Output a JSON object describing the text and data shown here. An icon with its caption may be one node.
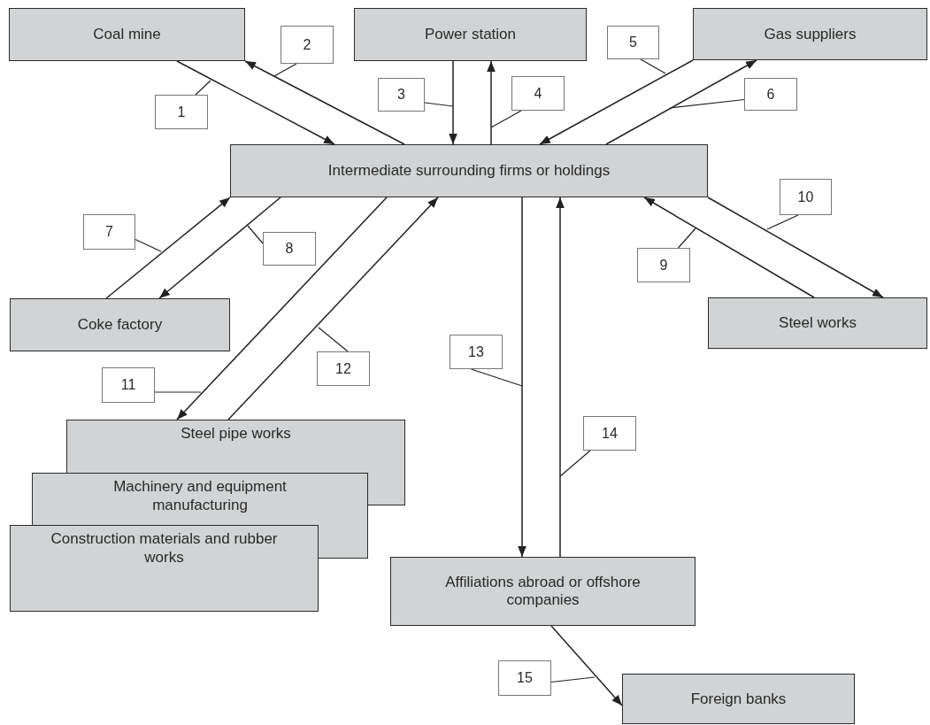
{
  "diagram": {
    "nodes": [
      {
        "text": [
          "Coal mine"
        ]
      },
      {
        "text": [
          "Power station"
        ]
      },
      {
        "text": [
          "Gas suppliers"
        ]
      },
      {
        "text": [
          "Intermediate surrounding firms or holdings"
        ]
      },
      {
        "text": [
          "Coke factory"
        ]
      },
      {
        "text": [
          "Steel works"
        ]
      },
      {
        "text": [
          "Steel pipe works"
        ]
      },
      {
        "text": [
          "Machinery and equipment manufacturing"
        ]
      },
      {
        "text": [
          "Construction materials and rubber works"
        ]
      },
      {
        "text": [
          "Affiliations abroad or offshore companies"
        ]
      },
      {
        "text": [
          "Foreign banks"
        ]
      },
      {
        "text": [
          "1"
        ]
      },
      {
        "text": [
          "2"
        ]
      },
      {
        "text": [
          "3"
        ]
      },
      {
        "text": [
          "4"
        ]
      },
      {
        "text": [
          "5"
        ]
      },
      {
        "text": [
          "6"
        ]
      },
      {
        "text": [
          "7"
        ]
      },
      {
        "text": [
          "8"
        ]
      },
      {
        "text": [
          "9"
        ]
      },
      {
        "text": [
          "10"
        ]
      },
      {
        "text": [
          "11"
        ]
      },
      {
        "text": [
          "12"
        ]
      },
      {
        "text": [
          "13"
        ]
      },
      {
        "text": [
          "14"
        ]
      },
      {
        "text": [
          "15"
        ]
      }
    ],
    "edges": [
      {
        "from": 0,
        "to": 3,
        "arrow": "to"
      },
      {
        "from": 3,
        "to": 0,
        "arrow": "to"
      },
      {
        "from": 1,
        "to": 3,
        "arrow": "to"
      },
      {
        "from": 3,
        "to": 1,
        "arrow": "to"
      },
      {
        "from": 2,
        "to": 3,
        "arrow": "to"
      },
      {
        "from": 3,
        "to": 2,
        "arrow": "to"
      },
      {
        "from": 4,
        "to": 3,
        "arrow": "to"
      },
      {
        "from": 3,
        "to": 4,
        "arrow": "to"
      },
      {
        "from": 5,
        "to": 3,
        "arrow": "to"
      },
      {
        "from": 3,
        "to": 5,
        "arrow": "to"
      },
      {
        "from": 3,
        "to": 6,
        "arrow": "to"
      },
      {
        "from": 6,
        "to": 3,
        "arrow": "to"
      },
      {
        "from": 3,
        "to": 9,
        "arrow": "to"
      },
      {
        "from": 9,
        "to": 3,
        "arrow": "to"
      },
      {
        "from": 9,
        "to": 10,
        "arrow": "to"
      },
      {
        "from": 11,
        "to": null,
        "arrow": "none"
      },
      {
        "from": 12,
        "to": null,
        "arrow": "none"
      },
      {
        "from": 13,
        "to": null,
        "arrow": "none"
      },
      {
        "from": 14,
        "to": null,
        "arrow": "none"
      },
      {
        "from": 15,
        "to": null,
        "arrow": "none"
      },
      {
        "from": 16,
        "to": null,
        "arrow": "none"
      },
      {
        "from": 17,
        "to": null,
        "arrow": "none"
      },
      {
        "from": 18,
        "to": null,
        "arrow": "none"
      },
      {
        "from": 19,
        "to": null,
        "arrow": "none"
      },
      {
        "from": 20,
        "to": null,
        "arrow": "none"
      },
      {
        "from": 21,
        "to": null,
        "arrow": "none"
      },
      {
        "from": 22,
        "to": null,
        "arrow": "none"
      },
      {
        "from": 23,
        "to": null,
        "arrow": "none"
      },
      {
        "from": 24,
        "to": null,
        "arrow": "none"
      },
      {
        "from": 25,
        "to": null,
        "arrow": "none"
      }
    ]
  }
}
